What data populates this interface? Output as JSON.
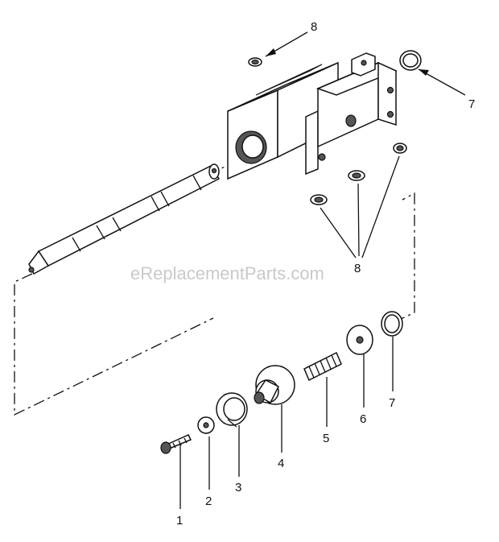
{
  "watermark": "eReplacementParts.com",
  "callouts": {
    "c1": "1",
    "c2": "2",
    "c3": "3",
    "c4": "4",
    "c5": "5",
    "c6": "6",
    "c7_top": "7",
    "c7_bottom": "7",
    "c8_top": "8",
    "c8_mid": "8"
  }
}
